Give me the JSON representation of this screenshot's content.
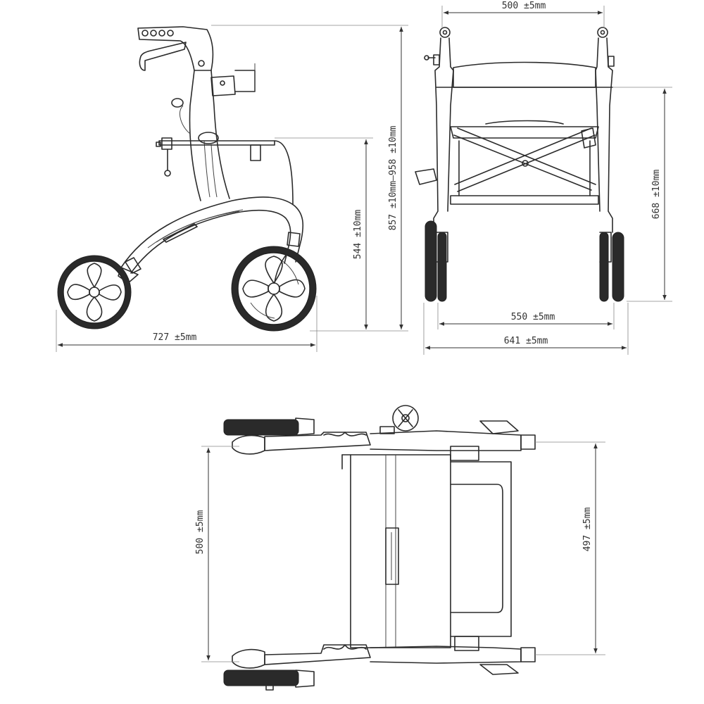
{
  "side_view": {
    "overall_length": "727  ±5mm",
    "seat_height": "544  ±10mm",
    "handle_height": "857  ±10mm–958 ±10mm"
  },
  "front_view": {
    "handle_width": "500  ±5mm",
    "frame_height": "668  ±10mm",
    "inner_width": "550  ±5mm",
    "overall_width": "641  ±5mm"
  },
  "folded_view": {
    "folded_length": "500  ±5mm",
    "folded_depth": "497  ±5mm"
  },
  "colors": {
    "line": "#2b2b2b",
    "dimension": "#333333",
    "background": "#ffffff"
  }
}
